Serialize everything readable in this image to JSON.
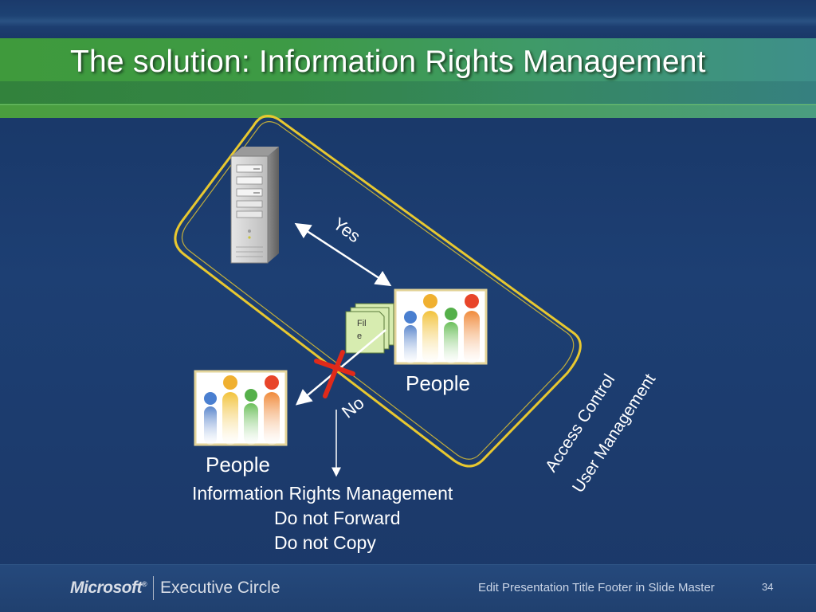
{
  "slide": {
    "title": "The solution: Information Rights Management"
  },
  "diagram": {
    "file_label_line1": "Fil",
    "file_label_line2": "e",
    "yes_label": "Yes",
    "no_label": "No",
    "people_inside_label": "People",
    "people_outside_label": "People",
    "boundary_labels": [
      "Access Control",
      "User Management"
    ],
    "irm_title": "Information Rights Management",
    "irm_lines": [
      "Do not Forward",
      "Do not Copy",
      "…."
    ]
  },
  "footer": {
    "brand": "Microsoft",
    "program": "Executive Circle",
    "text": "Edit Presentation Title Footer in Slide Master",
    "page_number": "34"
  },
  "colors": {
    "title_band": "#3f9a3c",
    "boundary": "#e8c830",
    "deny_mark": "#e02a1a",
    "arrow": "#ffffff",
    "file_fill": "#d7ecb0"
  },
  "icons": [
    "server-icon",
    "file-stack-icon",
    "people-group-icon",
    "deny-x-icon"
  ]
}
